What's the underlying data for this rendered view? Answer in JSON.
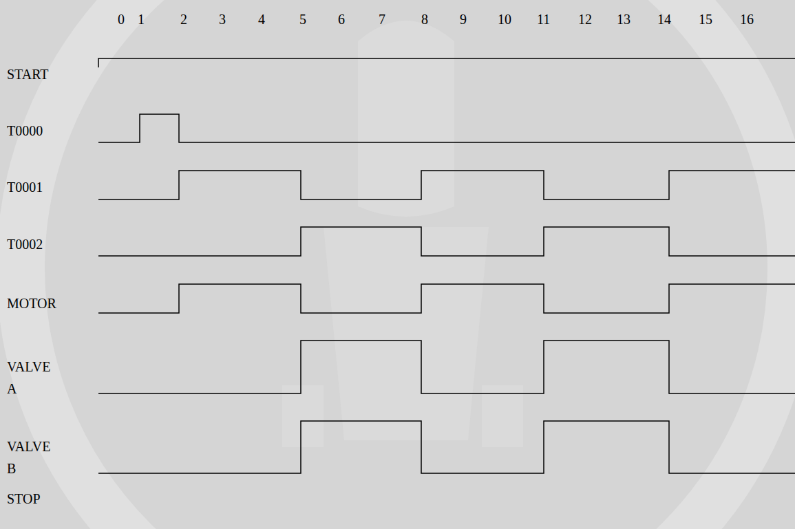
{
  "diagram": {
    "labels": [
      "0",
      "1",
      "2",
      "3",
      "4",
      "5",
      "6",
      "7",
      "8",
      "9",
      "10",
      "11",
      "12",
      "13",
      "14",
      "15",
      "16",
      "START",
      "T0000",
      "T0001",
      "T0002",
      "MOTOR",
      "VALVE A",
      "VALVE B",
      "STOP"
    ]
  }
}
